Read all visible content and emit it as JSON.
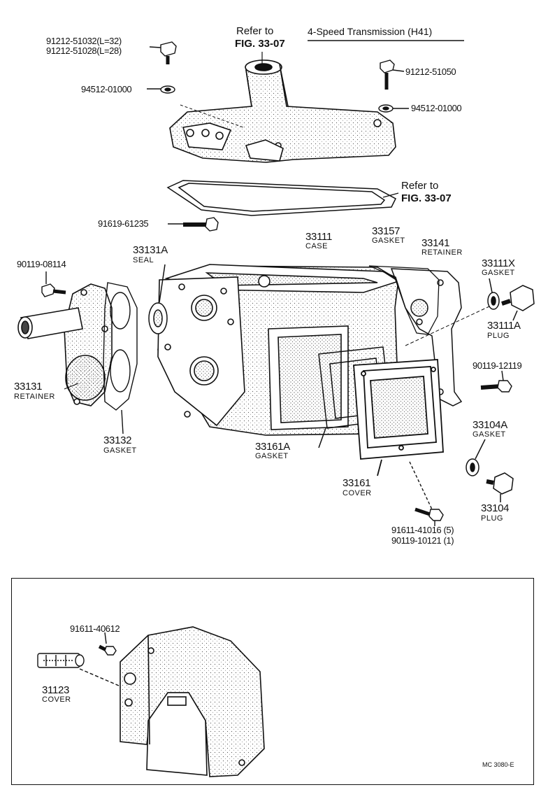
{
  "title": "4-Speed Transmission (H41)",
  "refer_top": {
    "line1": "Refer to",
    "line2": "FIG. 33-07"
  },
  "refer_mid": {
    "line1": "Refer to",
    "line2": "FIG. 33-07"
  },
  "bolts_cover": {
    "line1": "91212-51032(L=32)",
    "line2": "91212-51028(L=28)"
  },
  "washer_left": "94512-01000",
  "bolt_right": "91212-51050",
  "washer_right": "94512-01000",
  "bolt_91619": "91619-61235",
  "seal": {
    "num": "33131A",
    "desc": "SEAL"
  },
  "bolt_90119_08114": "90119-08114",
  "case": {
    "num": "33111",
    "desc": "CASE"
  },
  "gasket_33157": {
    "num": "33157",
    "desc": "GASKET"
  },
  "retainer_33141": {
    "num": "33141",
    "desc": "RETAINER"
  },
  "gasket_33111x": {
    "num": "33111X",
    "desc": "GASKET"
  },
  "plug_33111a": {
    "num": "33111A",
    "desc": "PLUG"
  },
  "retainer_33131": {
    "num": "33131",
    "desc": "RETAINER"
  },
  "gasket_33132": {
    "num": "33132",
    "desc": "GASKET"
  },
  "bolt_90119_12119": "90119-12119",
  "gasket_33104a": {
    "num": "33104A",
    "desc": "GASKET"
  },
  "gasket_33161a": {
    "num": "33161A",
    "desc": "GASKET"
  },
  "cover_33161": {
    "num": "33161",
    "desc": "COVER"
  },
  "plug_33104": {
    "num": "33104",
    "desc": "PLUG"
  },
  "bolts_cover_side": {
    "line1": "91611-41016 (5)",
    "line2": "90119-10121 (1)"
  },
  "inset_bolt": "91611-40612",
  "cover_31123": {
    "num": "31123",
    "desc": "COVER"
  },
  "drawing_code": "MC  3080-E"
}
